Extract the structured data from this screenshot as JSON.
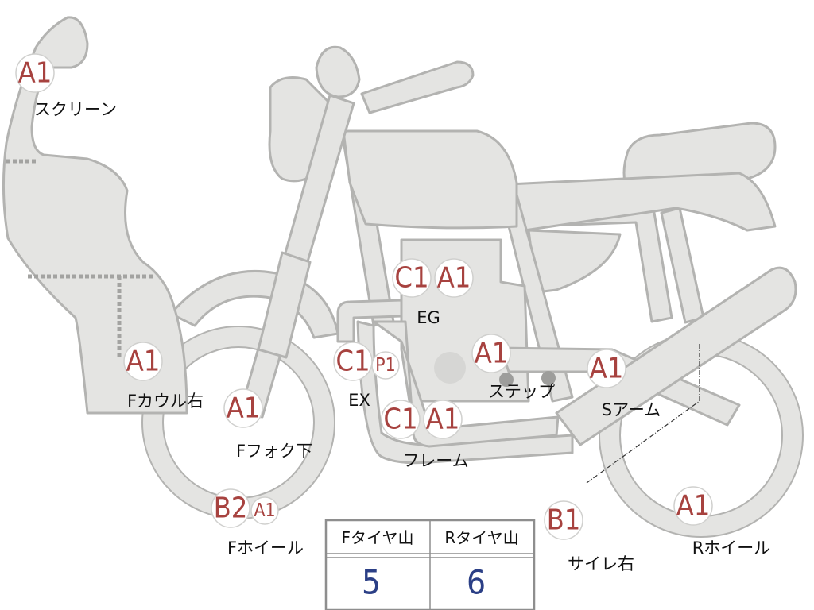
{
  "badges": {
    "screen_grade": "A1",
    "fcowl_grade": "A1",
    "ffork_grade": "A1",
    "fwheel_grade_1": "B2",
    "fwheel_grade_2": "A1",
    "eg_grade_1": "C1",
    "eg_grade_2": "A1",
    "ex_grade_1": "C1",
    "ex_grade_2": "P1",
    "frame_grade_1": "C1",
    "frame_grade_2": "A1",
    "step_grade": "A1",
    "sarm_grade": "A1",
    "silencer_grade": "B1",
    "rwheel_grade": "A1"
  },
  "labels": {
    "screen": "スクリーン",
    "fcowl": "Fカウル右",
    "ffork": "Fフォク下",
    "fwheel": "Fホイール",
    "eg": "EG",
    "ex": "EX",
    "frame": "フレーム",
    "step": "ステップ",
    "sarm": "Sアーム",
    "silencer": "サイレ右",
    "rwheel": "Rホイール"
  },
  "tread": {
    "front_header": "Fタイヤ山",
    "rear_header": "Rタイヤ山",
    "front_value": "5",
    "rear_value": "6"
  },
  "colors": {
    "grade_text": "#a7423f",
    "tread_value": "#2b3f86",
    "part_fill": "#e4e4e2",
    "part_stroke": "#b3b3b1"
  }
}
